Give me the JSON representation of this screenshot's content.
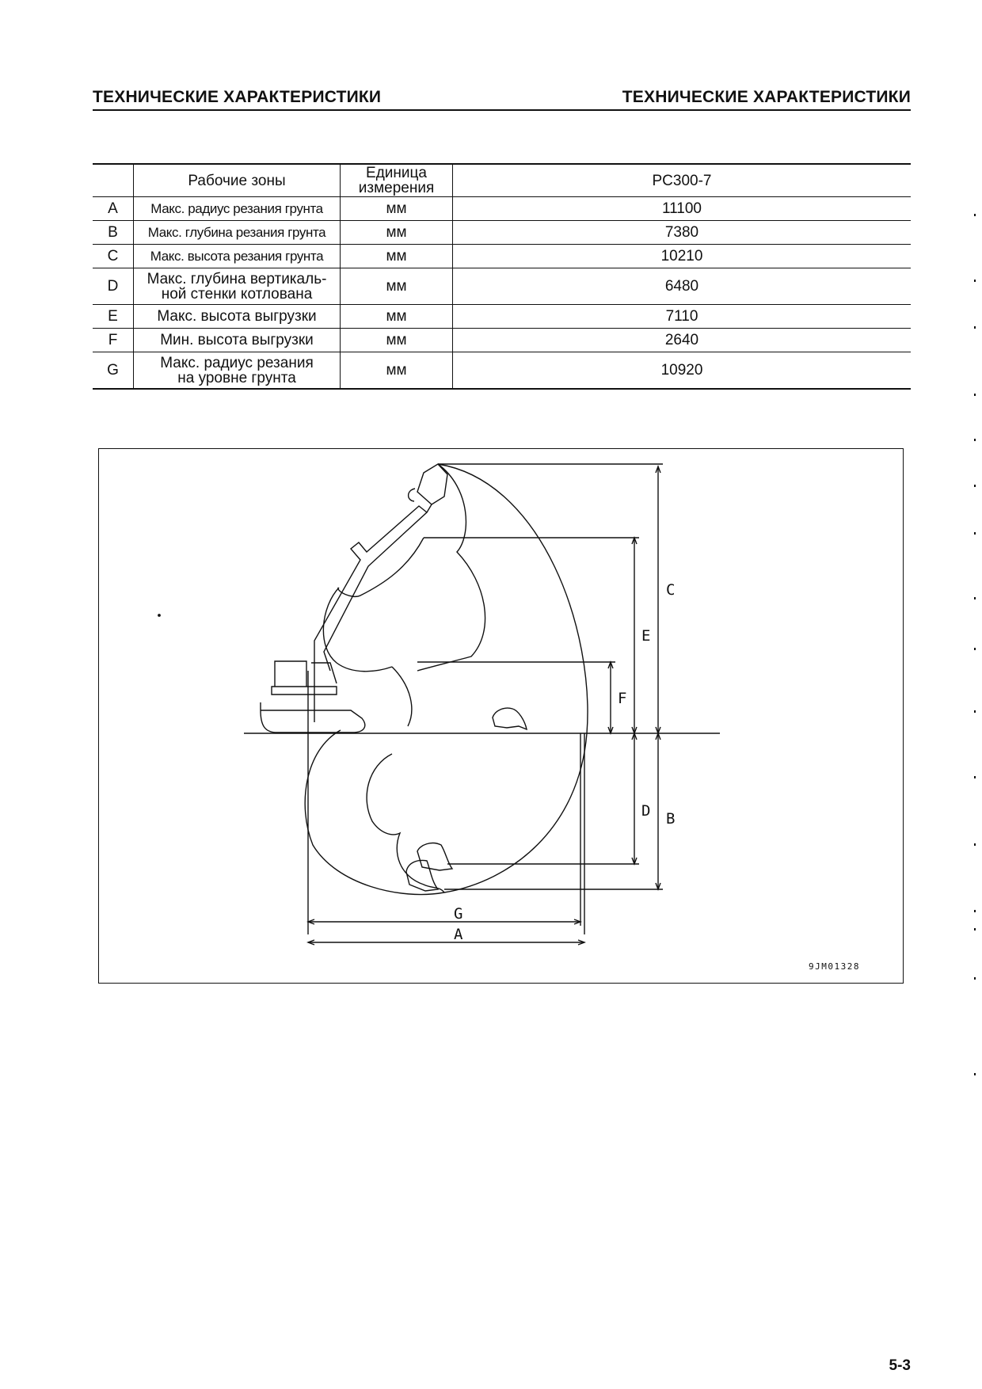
{
  "header": {
    "left_title": "ТЕХНИЧЕСКИЕ ХАРАКТЕРИСТИКИ",
    "right_title": "ТЕХНИЧЕСКИЕ ХАРАКТЕРИСТИКИ"
  },
  "table": {
    "col_zone": "Рабочие зоны",
    "col_unit_l1": "Единица",
    "col_unit_l2": "измерения",
    "col_model": "PC300-7",
    "rows": [
      {
        "key": "A",
        "l1": "Макс. радиус резания грунта",
        "l2": "",
        "unit": "мм",
        "value": "11100"
      },
      {
        "key": "B",
        "l1": "Макс. глубина резания грунта",
        "l2": "",
        "unit": "мм",
        "value": "7380"
      },
      {
        "key": "C",
        "l1": "Макс. высота резания грунта",
        "l2": "",
        "unit": "мм",
        "value": "10210"
      },
      {
        "key": "D",
        "l1": "Макс. глубина вертикаль-",
        "l2": "ной стенки котлована",
        "unit": "мм",
        "value": "6480"
      },
      {
        "key": "E",
        "l1": "Макс. высота выгрузки",
        "l2": "",
        "unit": "мм",
        "value": "7110"
      },
      {
        "key": "F",
        "l1": "Мин. высота выгрузки",
        "l2": "",
        "unit": "мм",
        "value": "2640"
      },
      {
        "key": "G",
        "l1": "Макс. радиус резания",
        "l2": "на уровне грунта",
        "unit": "мм",
        "value": "10920"
      }
    ]
  },
  "figure": {
    "labels": {
      "A": "A",
      "B": "B",
      "C": "C",
      "D": "D",
      "E": "E",
      "F": "F",
      "G": "G"
    },
    "drawing_code": "9JM01328"
  },
  "page_number": "5-3"
}
